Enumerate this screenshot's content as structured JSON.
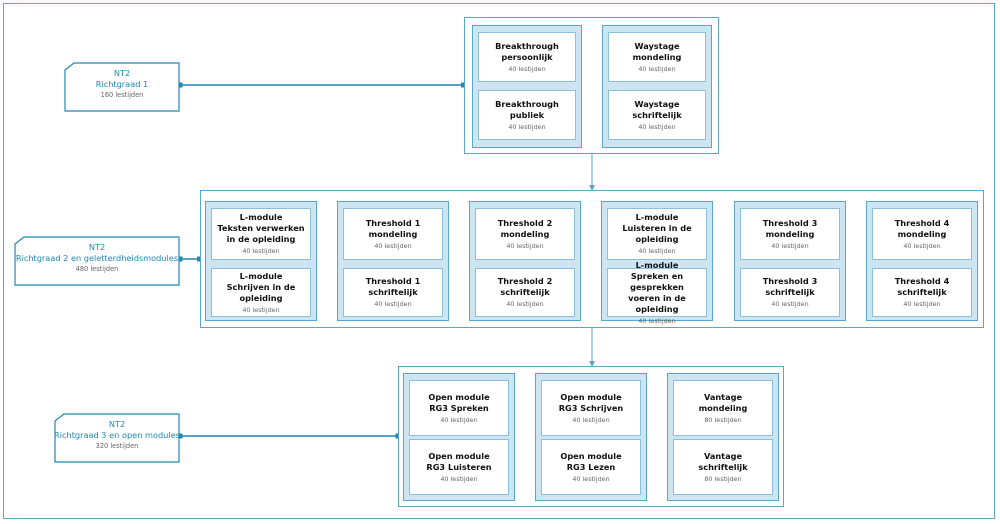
{
  "labels": {
    "rg1": {
      "title": "NT2",
      "subtitle": "Richtgraad 1",
      "hours": "160 lestijden"
    },
    "rg2": {
      "title": "NT2",
      "subtitle": "Richtgraad 2 en geletterdheidsmodules",
      "hours": "480 lestijden"
    },
    "rg3": {
      "title": "NT2",
      "subtitle": "Richtgraad 3 en open modules",
      "hours": "320 lestijden"
    }
  },
  "rows": {
    "rg1": {
      "groups": [
        [
          {
            "name": "Breakthrough\npersoonlijk",
            "hours": "40 lestijden"
          },
          {
            "name": "Breakthrough\npubliek",
            "hours": "40 lestijden"
          }
        ],
        [
          {
            "name": "Waystage\nmondeling",
            "hours": "40 lestijden"
          },
          {
            "name": "Waystage\nschriftelijk",
            "hours": "40 lestijden"
          }
        ]
      ]
    },
    "rg2": {
      "groups": [
        [
          {
            "name": "L-module\nTeksten verwerken\nin de opleiding",
            "hours": "40 lestijden"
          },
          {
            "name": "L-module\nSchrijven in de opleiding",
            "hours": "40 lestijden"
          }
        ],
        [
          {
            "name": "Threshold 1\nmondeling",
            "hours": "40 lestijden"
          },
          {
            "name": "Threshold 1\nschriftelijk",
            "hours": "40 lestijden"
          }
        ],
        [
          {
            "name": "Threshold 2\nmondeling",
            "hours": "40 lestijden"
          },
          {
            "name": "Threshold 2\nschriftelijk",
            "hours": "40 lestijden"
          }
        ],
        [
          {
            "name": "L-module\nLuisteren in de opleiding",
            "hours": "40 lestijden"
          },
          {
            "name": "L-module\nSpreken en gesprekken\nvoeren in de opleiding",
            "hours": "40 lestijden"
          }
        ],
        [
          {
            "name": "Threshold 3\nmondeling",
            "hours": "40 lestijden"
          },
          {
            "name": "Threshold 3\nschriftelijk",
            "hours": "40 lestijden"
          }
        ],
        [
          {
            "name": "Threshold 4\nmondeling",
            "hours": "40 lestijden"
          },
          {
            "name": "Threshold 4\nschriftelijk",
            "hours": "40 lestijden"
          }
        ]
      ]
    },
    "rg3": {
      "groups": [
        [
          {
            "name": "Open module\nRG3 Spreken",
            "hours": "40 lestijden"
          },
          {
            "name": "Open module\nRG3 Luisteren",
            "hours": "40 lestijden"
          }
        ],
        [
          {
            "name": "Open module\nRG3 Schrijven",
            "hours": "40 lestijden"
          },
          {
            "name": "Open module\nRG3 Lezen",
            "hours": "40 lestijden"
          }
        ],
        [
          {
            "name": "Vantage\nmondeling",
            "hours": "80 lestijden"
          },
          {
            "name": "Vantage\nschriftelijk",
            "hours": "80 lestijden"
          }
        ]
      ]
    }
  },
  "colors": {
    "line": "#1f87b5",
    "border": "#5aa6c8",
    "group_fill": "#cde4f1",
    "label_text": "#1f87b5"
  }
}
